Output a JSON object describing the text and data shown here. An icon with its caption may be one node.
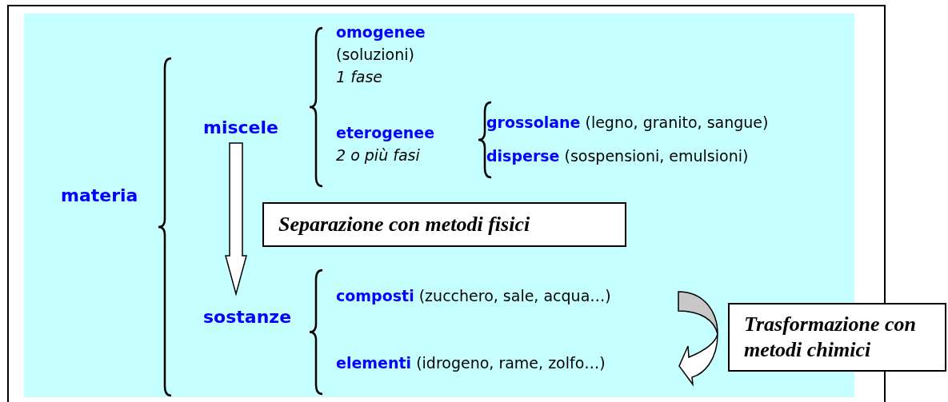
{
  "diagram": {
    "nodes": [
      {
        "text": [
          "materia"
        ]
      },
      {
        "text": [
          "miscele"
        ]
      },
      {
        "text": [
          "omogenee",
          "(soluzioni)",
          "1 fase"
        ]
      },
      {
        "text": [
          "eterogenee",
          "2 o più fasi"
        ]
      },
      {
        "text": [
          "**grossolane** (legno, granito, sangue)"
        ]
      },
      {
        "text": [
          "**disperse** (sospensioni, emulsioni)"
        ]
      },
      {
        "text": [
          "Separazione con metodi fisici"
        ]
      },
      {
        "text": [
          "sostanze"
        ]
      },
      {
        "text": [
          "**composti** (zucchero, sale, acqua…)"
        ]
      },
      {
        "text": [
          "**elementi** (idrogeno, rame, zolfo…)"
        ]
      },
      {
        "text": [
          "Trasformazione con metodi chimici"
        ]
      }
    ],
    "edges": [
      {
        "from": 1,
        "to": 7,
        "arrow": "to"
      },
      {
        "from": 8,
        "to": 9,
        "arrow": "to"
      }
    ]
  }
}
